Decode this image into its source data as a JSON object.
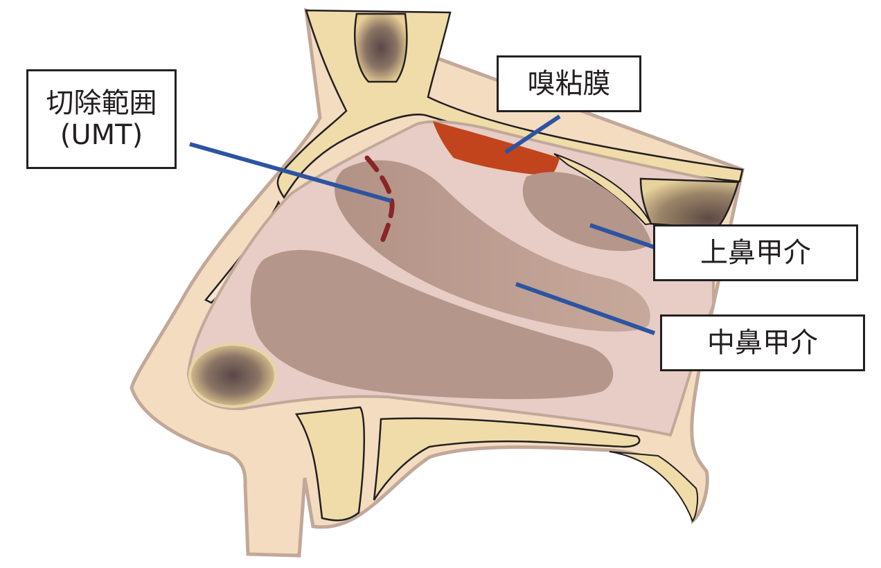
{
  "labels": {
    "resection": {
      "line1": "切除範囲",
      "line2": "(UMT)"
    },
    "olfactory_mucosa": "嗅粘膜",
    "superior_turbinate": "上鼻甲介",
    "middle_turbinate": "中鼻甲介"
  },
  "colors": {
    "bone": "#efdca8",
    "skin": "#f3dcc0",
    "outline": "#231f20",
    "cavity": "#e7cdc5",
    "turbinate": "#b5968a",
    "olfactory": "#c1441c",
    "leader": "#2c54a0",
    "cut_line": "#8b2426"
  },
  "icons": {
    "sinus": "sinus-shading"
  }
}
